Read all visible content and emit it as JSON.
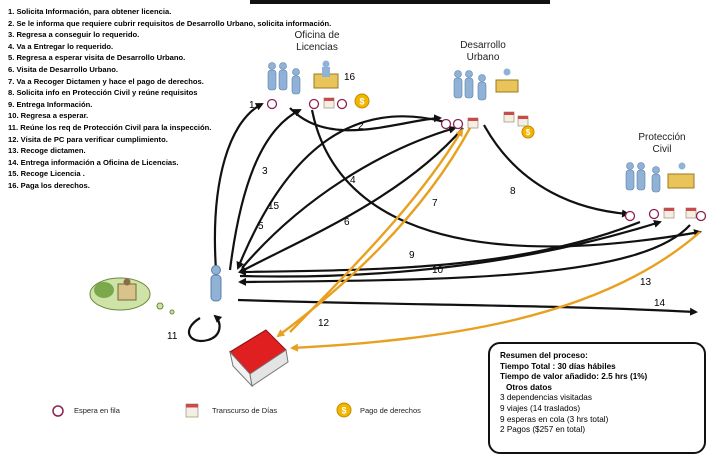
{
  "steps": [
    "1. Solicita Información, para obtener licencia.",
    "2. Se le informa que requiere cubrir requisitos de Desarrollo Urbano, solicita información.",
    "3. Regresa a conseguir lo requerido.",
    "4.  Va a Entregar lo requerido.",
    "5. Regresa a esperar  visita de Desarrollo Urbano.",
    "6. Visita de Desarrollo Urbano.",
    "7. Va a Recoger Dictamen y hace el pago de derechos.",
    "8. Solicita info en Protección Civil  y reúne requisitos",
    "9. Entrega Información.",
    "10. Regresa  a esperar.",
    "11. Reúne los req de Protección Civil para la inspección.",
    "12. Visita de PC para verificar  cumplimiento.",
    "13. Recoge dictamen.",
    "14.  Entrega información a Oficina de Licencias.",
    "15. Recoge Licencia .",
    "16. Paga los derechos."
  ],
  "offices": {
    "licencias": [
      "Oficina de",
      "Licencias"
    ],
    "desarrollo": [
      "Desarrollo",
      "Urbano"
    ],
    "civil": [
      "Protección",
      "Civil"
    ]
  },
  "arrow_numbers": {
    "n1": "1",
    "n2": "2",
    "n3": "3",
    "n4": "4",
    "n5": "5",
    "n6": "6",
    "n7": "7",
    "n8": "8",
    "n9": "9",
    "n10": "10",
    "n11": "11",
    "n12": "12",
    "n13": "13",
    "n14": "14",
    "n15": "15",
    "n16": "16"
  },
  "legend": {
    "wait": "Espera en fila",
    "days": "Transcurso de Días",
    "payment": "Pago de derechos"
  },
  "summary": {
    "title": "Resumen del proceso:",
    "total_time": "Tiempo Total :  30 días hábiles",
    "value_time": "Tiempo de valor añadido: 2.5 hrs  (1%)",
    "other_title": "Otros datos",
    "item1": "3 dependencias visitadas",
    "item2": "9 viajes (14 traslados)",
    "item3": "9 esperas en cola (3 hrs total)",
    "item4": "2 Pagos ($257 en total)"
  },
  "colors": {
    "black_arrow": "#111111",
    "orange_arrow": "#E8A020",
    "person": "#8FB2D6",
    "roof": "#E02020",
    "coin": "#F2B600",
    "wait_circle": "#8B2252"
  }
}
